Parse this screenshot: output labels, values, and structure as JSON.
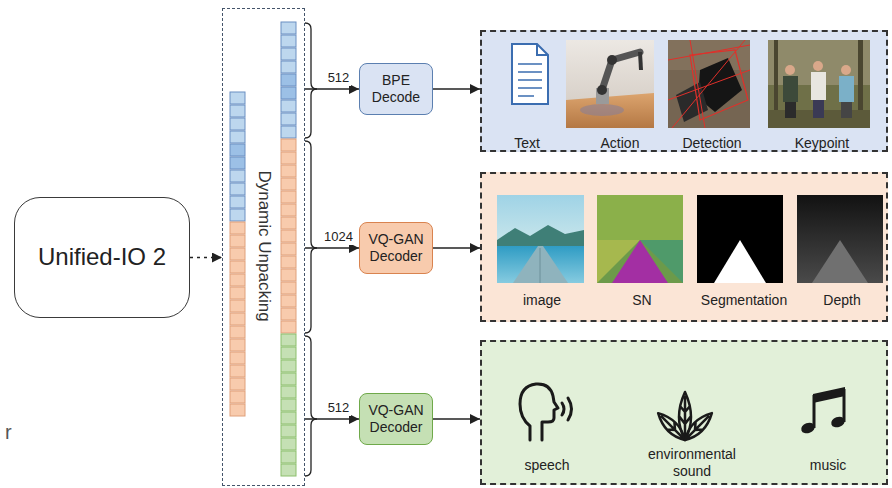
{
  "diagram": {
    "nodes": [
      {
        "text": [
          "Unified-IO 2"
        ]
      },
      {
        "text": [
          "Dynamic Unpacking"
        ]
      },
      {
        "text": [
          "BPE Decode"
        ]
      },
      {
        "text": [
          "Text",
          "Action",
          "Detection",
          "Keypoint"
        ]
      },
      {
        "text": [
          "VQ-GAN Decoder"
        ]
      },
      {
        "text": [
          "image",
          "SN",
          "Segmentation",
          "Depth"
        ]
      },
      {
        "text": [
          "VQ-GAN Decoder"
        ]
      },
      {
        "text": [
          "speech",
          "environmental sound",
          "music"
        ]
      }
    ],
    "edges": [
      {
        "from": 0,
        "to": 1,
        "arrow": "to"
      },
      {
        "from": 1,
        "to": 2,
        "label": "512",
        "arrow": "to"
      },
      {
        "from": 2,
        "to": 3,
        "arrow": "to"
      },
      {
        "from": 1,
        "to": 4,
        "label": "1024",
        "arrow": "to"
      },
      {
        "from": 4,
        "to": 5,
        "arrow": "to"
      },
      {
        "from": 1,
        "to": 6,
        "label": "512",
        "arrow": "to"
      },
      {
        "from": 6,
        "to": 7,
        "arrow": "to"
      }
    ],
    "labels": [
      "r"
    ]
  }
}
